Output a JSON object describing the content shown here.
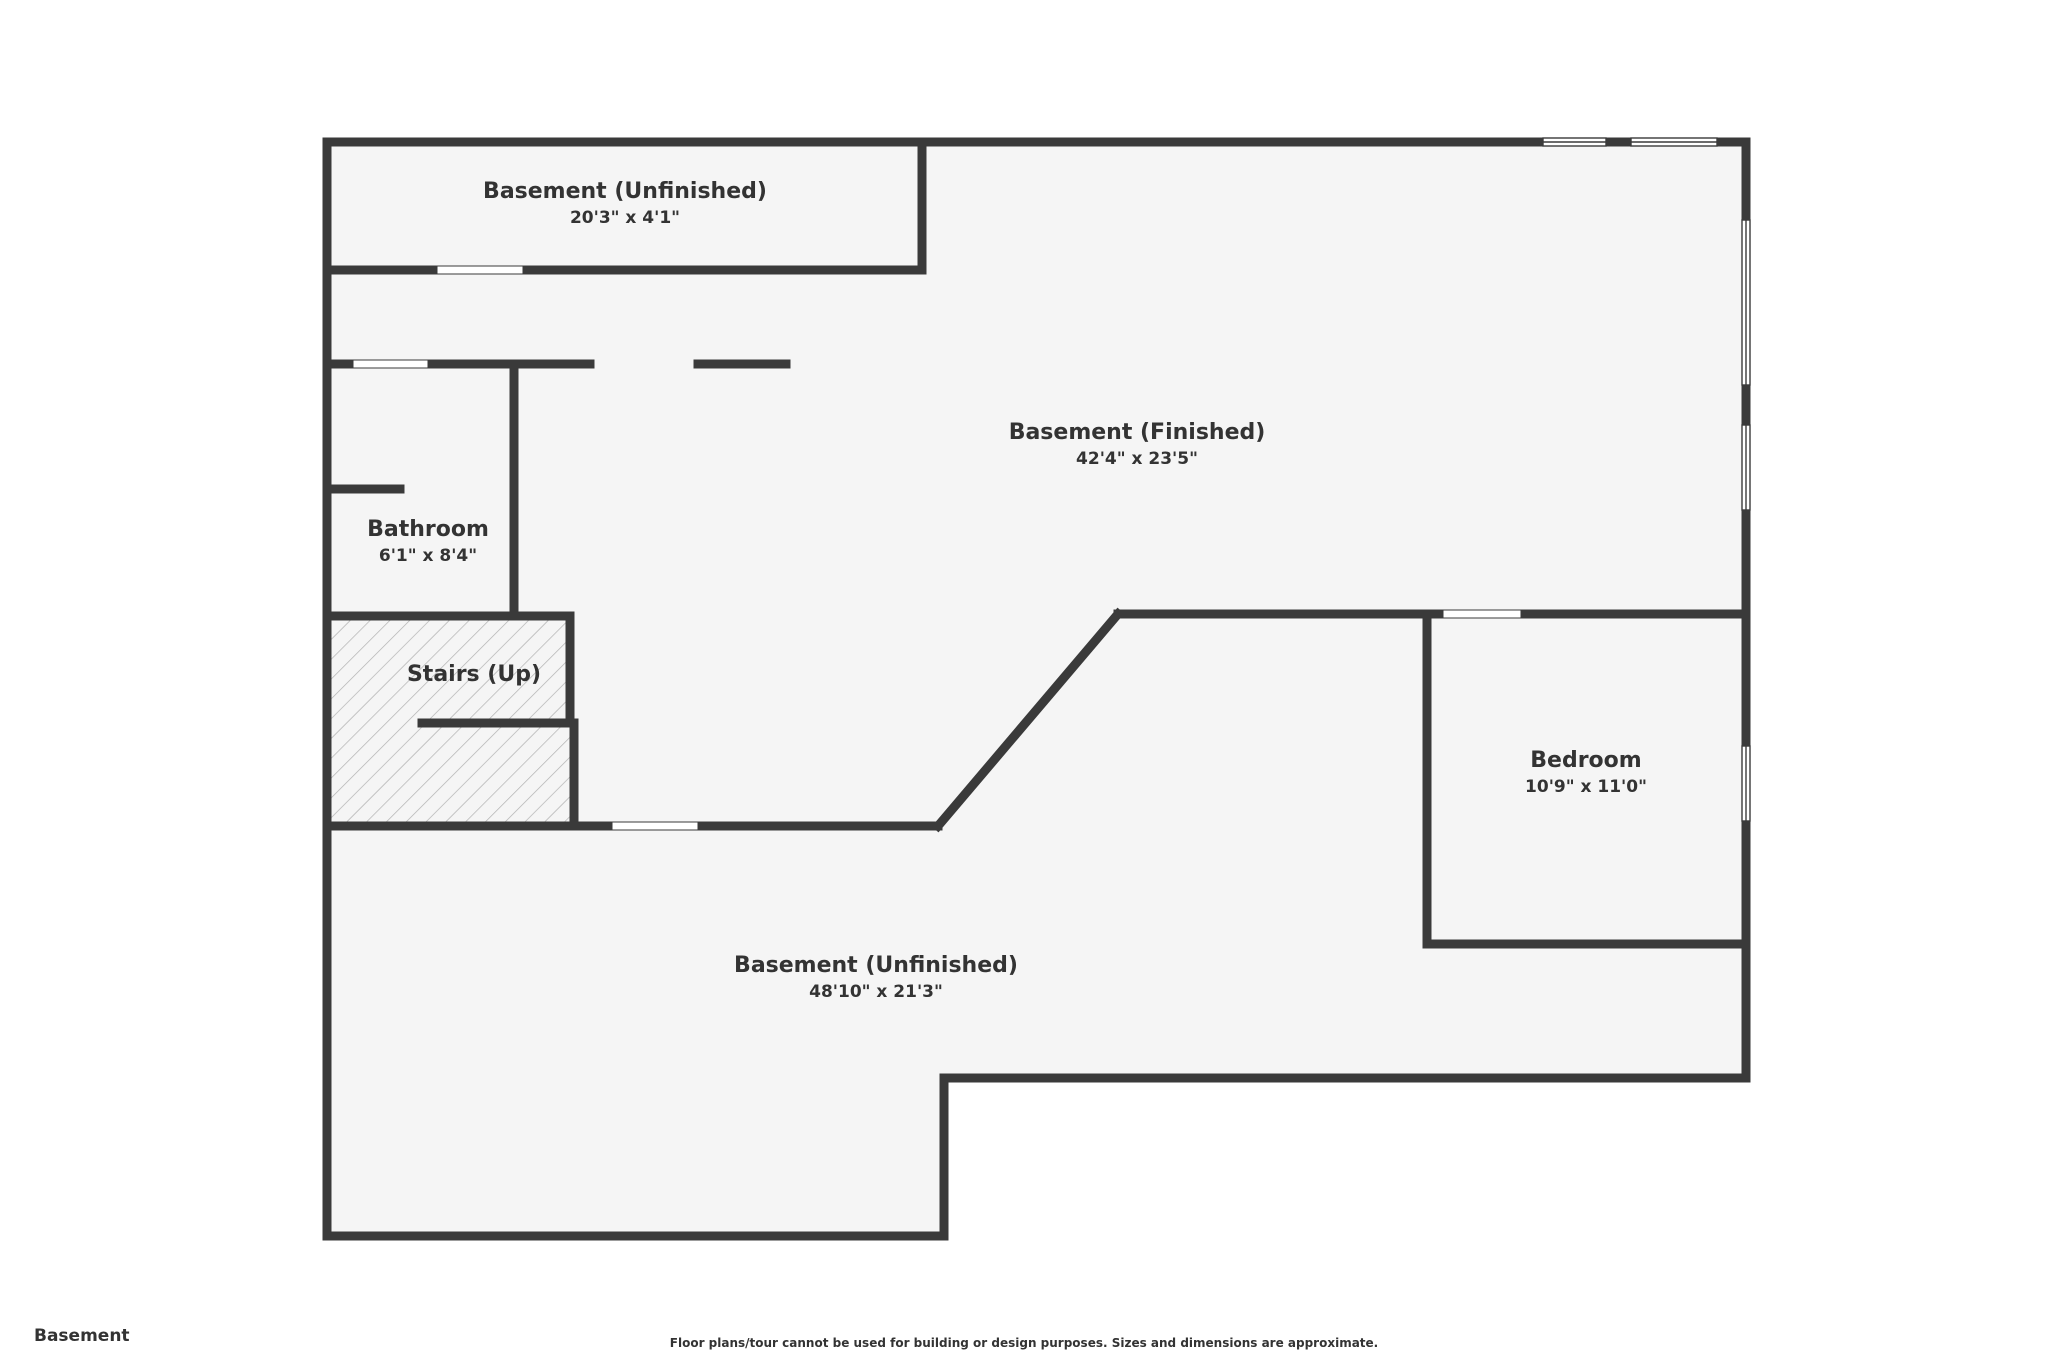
{
  "floor_label": "Basement",
  "disclaimer": "Floor plans/tour cannot be used for building or design purposes. Sizes and dimensions are approximate.",
  "rooms": [
    {
      "name": "Basement (Unfinished)",
      "dims": "20'3\" x 4'1\""
    },
    {
      "name": "Basement (Finished)",
      "dims": "42'4\" x 23'5\""
    },
    {
      "name": "Bathroom",
      "dims": "6'1\" x 8'4\""
    },
    {
      "name": "Stairs (Up)"
    },
    {
      "name": "Bedroom",
      "dims": "10'9\" x 11'0\""
    },
    {
      "name": "Basement (Unfinished)",
      "dims": "48'10\" x 21'3\""
    }
  ],
  "colors": {
    "wall": "#3a3a3a",
    "floor": "#f5f5f5",
    "text": "#333333",
    "stairs_hatch": "#b0b0b0"
  }
}
